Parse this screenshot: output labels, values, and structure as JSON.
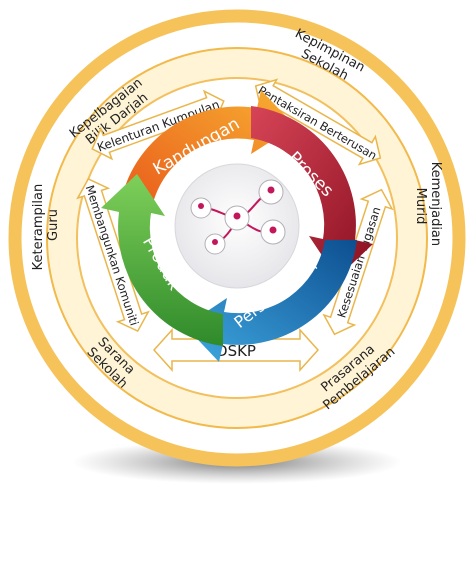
{
  "outer_ring": {
    "top_left": [
      "Kepelbagaian",
      "Bilik Darjah"
    ],
    "top_right": [
      "Kepimpinan",
      "Sekolah"
    ],
    "left": [
      "Keterampilan",
      "Guru"
    ],
    "right": [
      "Kemenjadian",
      "Murid"
    ],
    "bottom_left": [
      "Sarana",
      "Sekolah"
    ],
    "bottom_right": [
      "Prasarana",
      "Pembelajaran"
    ]
  },
  "arrows": {
    "top_left": "Kelenturan Kumpulan",
    "top_right": "Pentaksiran Berterusan",
    "left": "Membangunkan Komuniti",
    "right": "Kesesuaian Tugasan",
    "bottom": "DSKP"
  },
  "cycle": {
    "kandungan": "Kandungan",
    "proses": "Proses",
    "persekitaran": "Persekitaran",
    "produk": "Produk"
  },
  "colors": {
    "ring_outer": "#f6c35a",
    "ring_inner_fill": "#fff4d6",
    "kandungan": "#f28a1f",
    "proses": "#b21f2e",
    "persekitaran": "#1f74b8",
    "produk": "#4aa93a",
    "arrow_stroke": "#e9b64b"
  }
}
